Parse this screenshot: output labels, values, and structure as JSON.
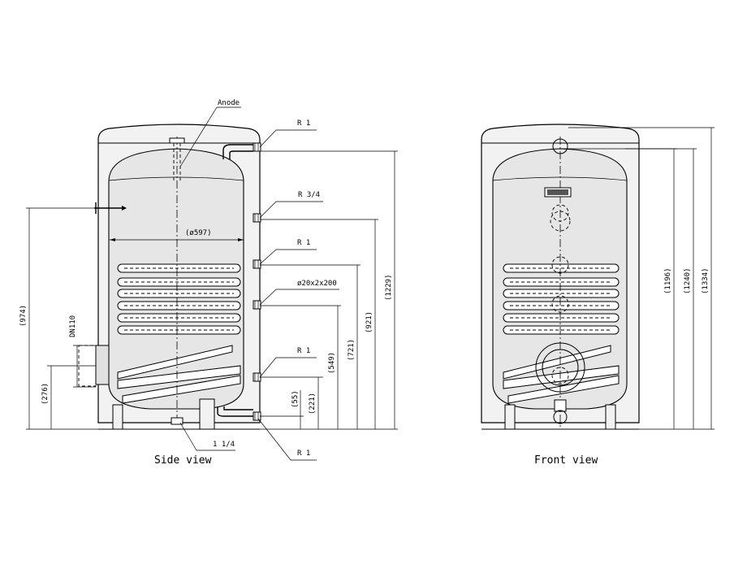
{
  "side_view": {
    "caption": "Side view",
    "labels": {
      "anode": "Anode",
      "r1_top": "R 1",
      "r34": "R 3/4",
      "r1_coil_in": "R 1",
      "sensor": "ø20x2x200",
      "r1_coil_out": "R 1",
      "r1_bottom": "R 1",
      "drain": "1 1/4",
      "flange": "DN110"
    },
    "dimensions": {
      "diameter": "(ø597)",
      "d974": "(974)",
      "d276": "(276)",
      "d1229": "(1229)",
      "d921": "(921)",
      "d721": "(721)",
      "d549": "(549)",
      "d221": "(221)",
      "d55": "(55)"
    }
  },
  "front_view": {
    "caption": "Front view",
    "dimensions": {
      "d1196": "(1196)",
      "d1240": "(1240)",
      "d1334": "(1334)"
    }
  }
}
